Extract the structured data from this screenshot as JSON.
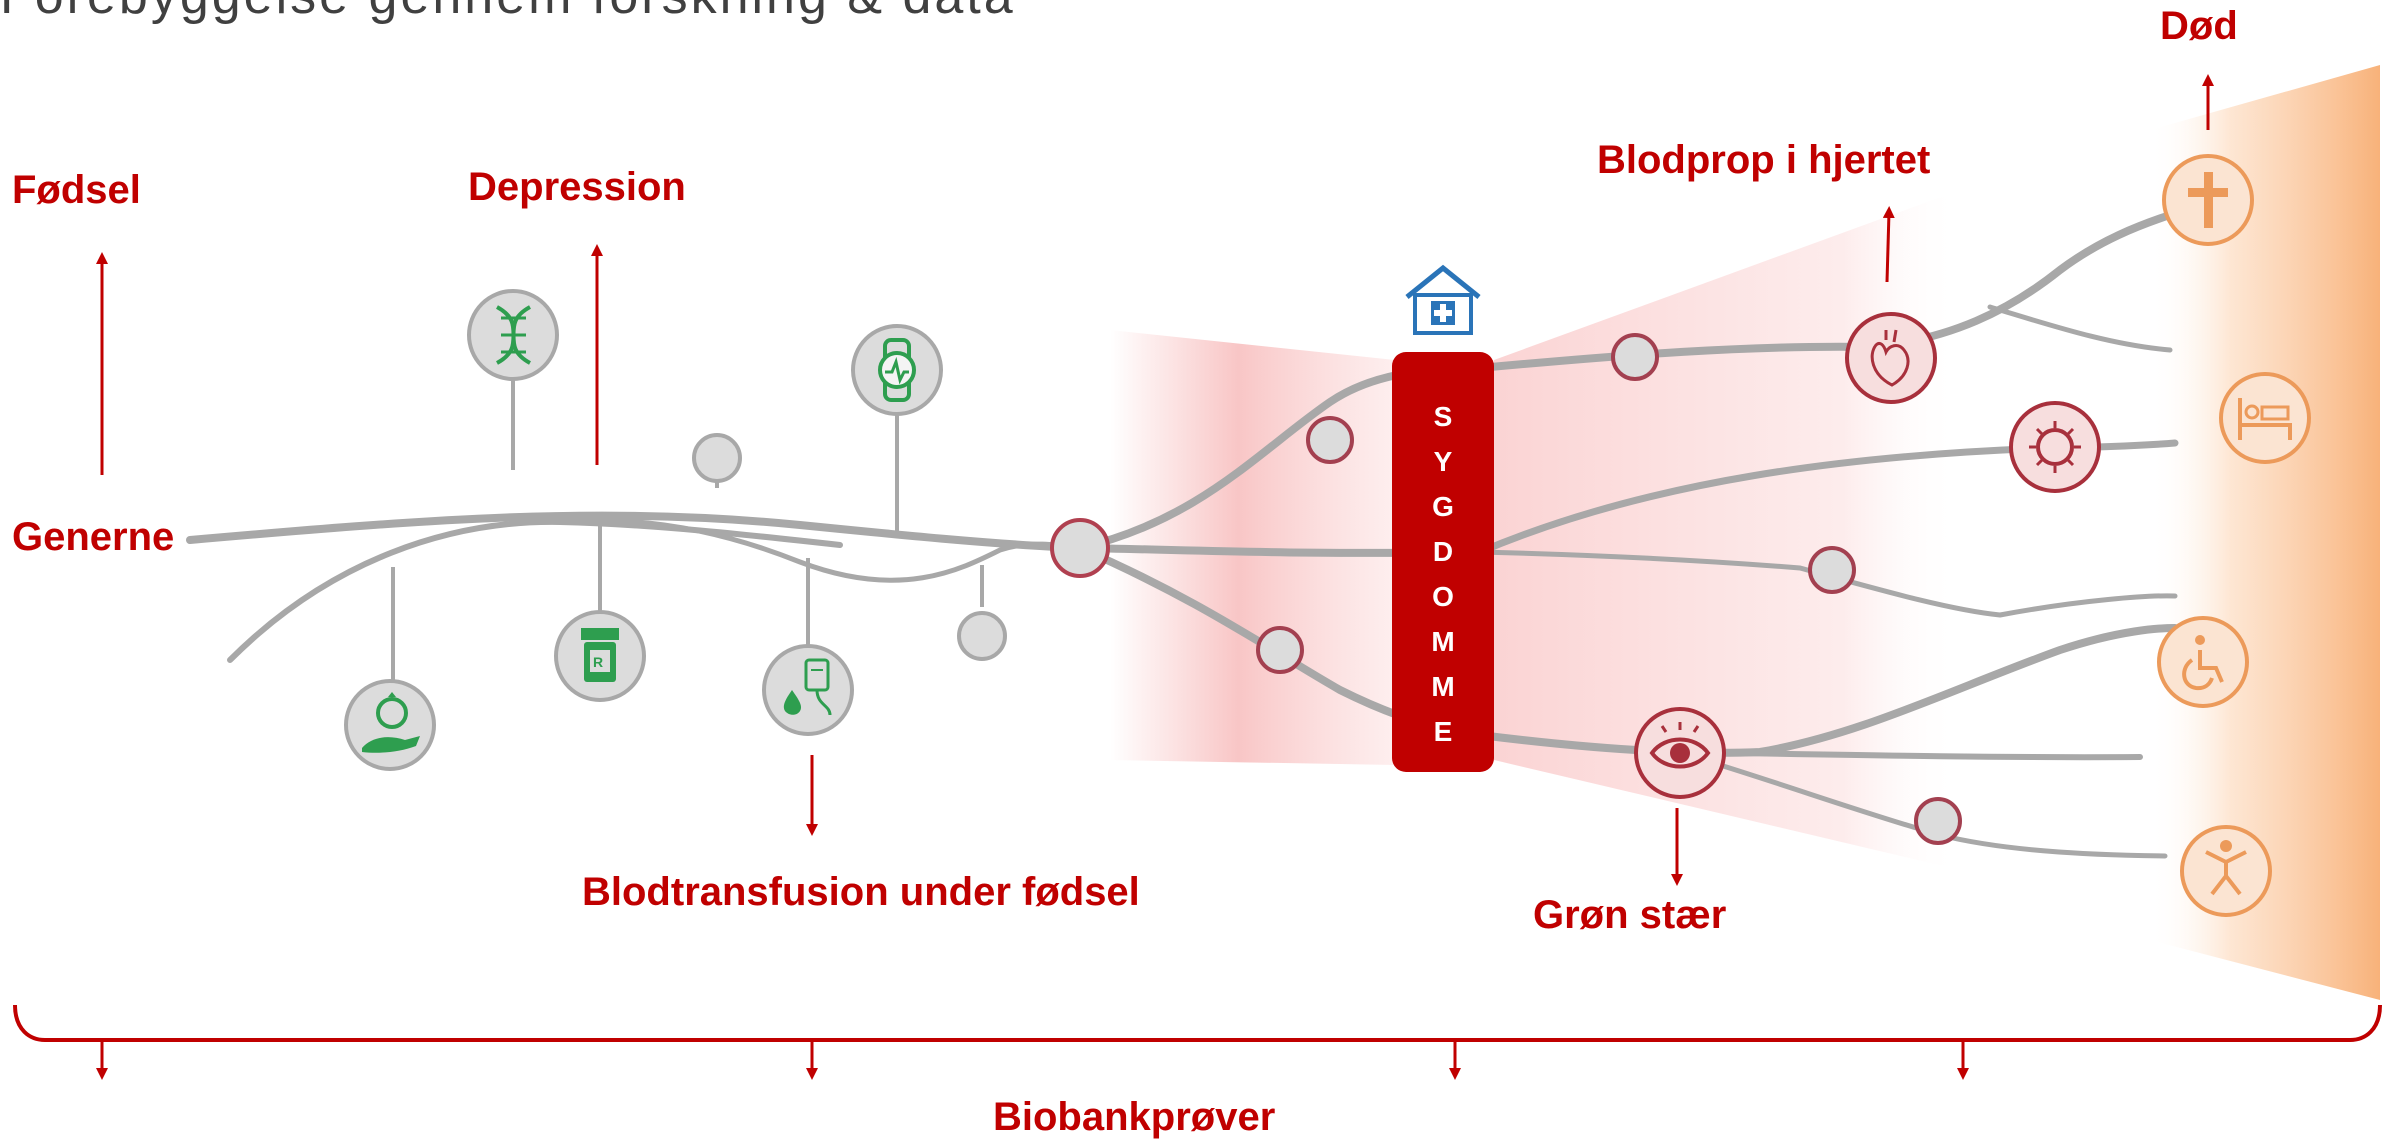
{
  "title": "Forebyggelse gennem forskning & data",
  "labels": {
    "birth": "Fødsel",
    "genes": "Generne",
    "depression": "Depression",
    "transfusion": "Blodtransfusion under fødsel",
    "heart_attack": "Blodprop i hjertet",
    "glaucoma": "Grøn stær",
    "death": "Død",
    "biobank": "Biobankprøver"
  },
  "disease_box": {
    "letters": [
      "S",
      "Y",
      "G",
      "D",
      "O",
      "M",
      "M",
      "E"
    ]
  },
  "icons": {
    "health_factors": [
      "dna-icon",
      "smartwatch-icon",
      "hand-with-ring-icon",
      "prescription-bottle-icon",
      "blood-drip-icon"
    ],
    "outcomes": [
      "cross-icon",
      "hospital-bed-icon",
      "wheelchair-icon",
      "active-person-icon"
    ],
    "diseases": [
      "heart-icon",
      "virus-icon",
      "eye-icon"
    ],
    "hospital": "hospital-icon"
  },
  "colors": {
    "accent_red": "#c00000",
    "outcome_orange": "#f0a060",
    "factor_green": "#2e9e4f",
    "branch_grey": "#a8a8a8"
  }
}
